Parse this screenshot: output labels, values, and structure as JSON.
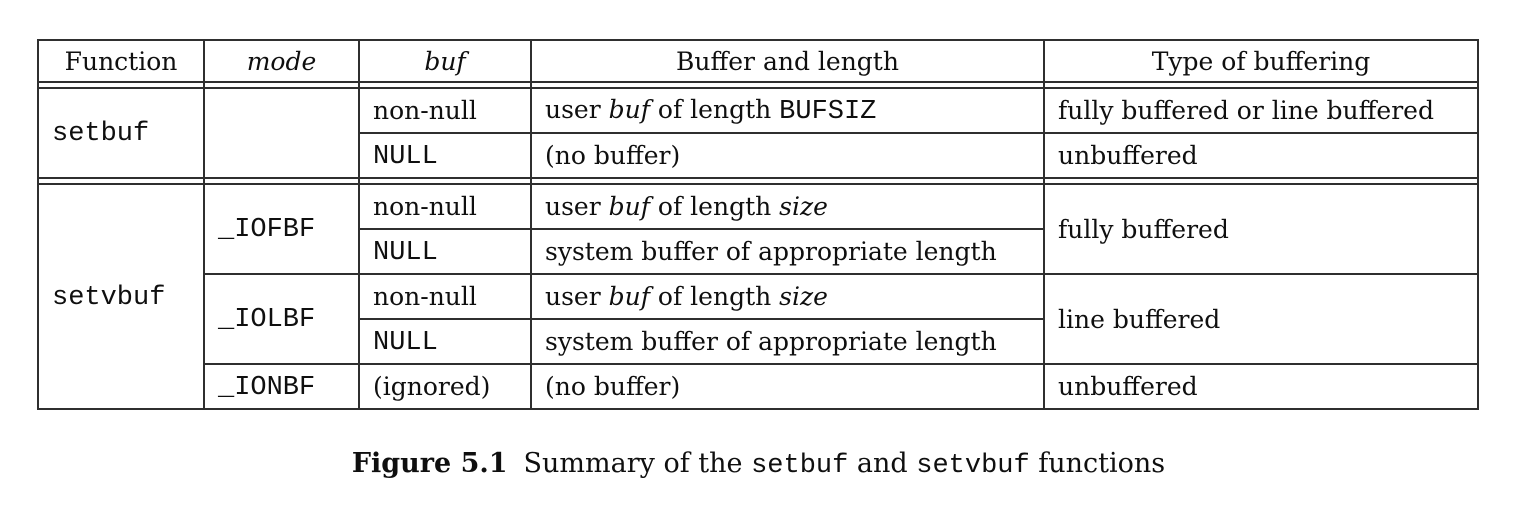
{
  "table": {
    "headers": {
      "function": "Function",
      "mode": "mode",
      "buf": "buf",
      "buffer_and_length": "Buffer and length",
      "type_of_buffering": "Type of buffering"
    },
    "functions": {
      "setbuf": "setbuf",
      "setvbuf": "setvbuf"
    },
    "modes": {
      "iofbf": "_IOFBF",
      "iolbf": "_IOLBF",
      "ionbf": "_IONBF"
    },
    "buf_values": {
      "non_null": "non-null",
      "null": "NULL",
      "ignored": "(ignored)"
    },
    "fragments": {
      "user": "user ",
      "buf_param": "buf",
      "of_length": " of length ",
      "bufsiz": "BUFSIZ",
      "size_param": "size",
      "system_buffer": "system buffer of appropriate length",
      "no_buffer": "(no buffer)"
    },
    "buffering_types": {
      "fully_or_line": "fully buffered or line buffered",
      "unbuffered": "unbuffered",
      "fully": "fully buffered",
      "line": "line buffered"
    }
  },
  "caption": {
    "label": "Figure 5.1",
    "pre": "Summary of the ",
    "fn1": "setbuf",
    "conj": " and ",
    "fn2": "setvbuf",
    "post": " functions"
  },
  "colors": {
    "border": "#2f2f2f",
    "text": "#0f0f0f",
    "background": "#ffffff"
  }
}
